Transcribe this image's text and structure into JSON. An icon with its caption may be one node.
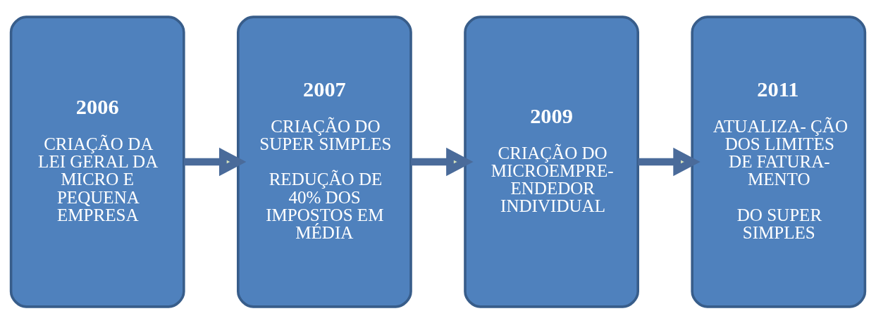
{
  "diagram": {
    "nodes": [
      {
        "text": [
          "2006",
          "CRIAÇÃO DA LEI GERAL DA MICRO E PEQUENA EMPRESA"
        ]
      },
      {
        "text": [
          "2007",
          "CRIAÇÃO DO SUPER SIMPLES",
          "REDUÇÃO DE 40% DOS IMPOSTOS EM MÉDIA"
        ]
      },
      {
        "text": [
          "2009",
          "CRIAÇÃO DO MICROEMPRE- ENDEDOR INDIVIDUAL"
        ]
      },
      {
        "text": [
          "2011",
          "ATUALIZA- ÇÃO DOS LIMITES DE FATURA- MENTO",
          "DO SUPER SIMPLES"
        ]
      }
    ],
    "edges": [
      {
        "from": 0,
        "to": 1,
        "arrow": "to"
      },
      {
        "from": 1,
        "to": 2,
        "arrow": "to"
      },
      {
        "from": 2,
        "to": 3,
        "arrow": "to"
      }
    ]
  }
}
